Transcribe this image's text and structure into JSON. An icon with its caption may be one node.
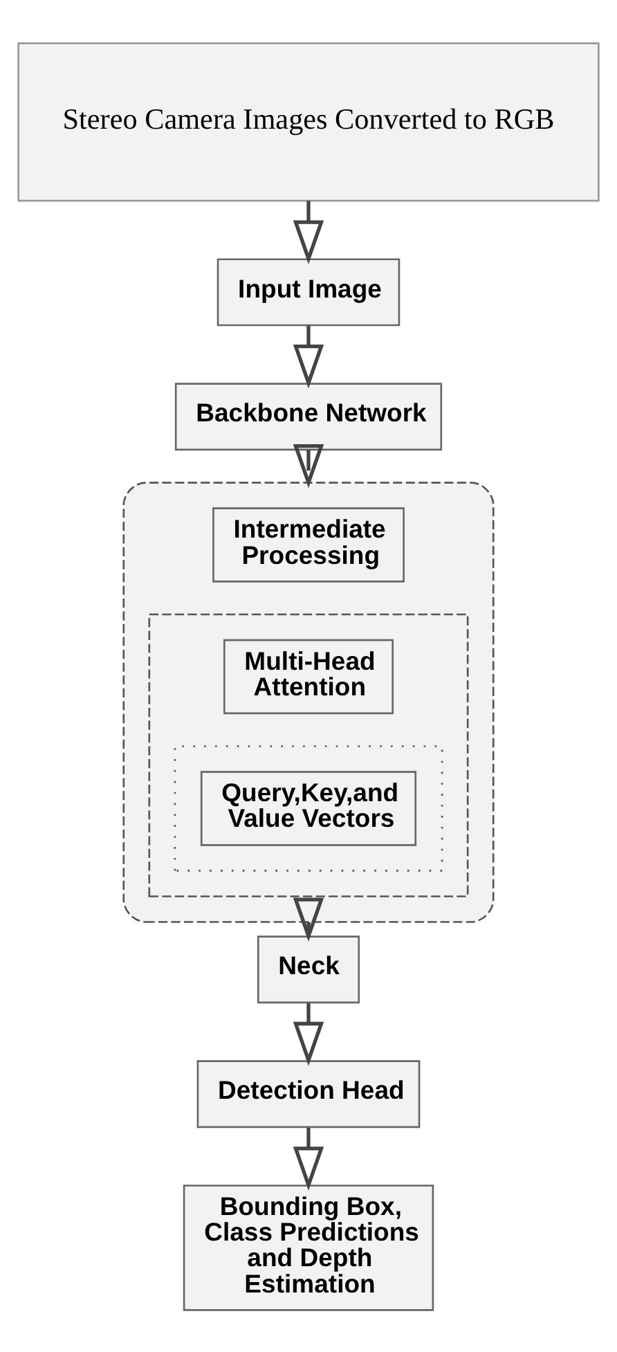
{
  "diagram": {
    "nodes": [
      {
        "text": [
          "Stereo Camera Images Converted to RGB"
        ]
      },
      {
        "text": [
          "Input Image"
        ]
      },
      {
        "text": [
          "Backbone Network"
        ]
      },
      {
        "text": [],
        "shape": "box"
      },
      {
        "text": [
          "Intermediate Processing"
        ],
        "in": 3
      },
      {
        "text": [],
        "shape": "box",
        "in": 3
      },
      {
        "text": [
          "Multi-Head Attention"
        ],
        "in": 5
      },
      {
        "text": [],
        "shape": "box",
        "in": 5
      },
      {
        "text": [
          "Query,Key,and Value Vectors"
        ],
        "in": 7
      },
      {
        "text": [
          "Neck"
        ]
      },
      {
        "text": [
          "Detection Head"
        ]
      },
      {
        "text": [
          "Bounding Box, Class Predictions and Depth Estimation"
        ]
      }
    ],
    "edges": [
      {
        "from": 0,
        "to": 1,
        "arrow": "to"
      },
      {
        "from": 1,
        "to": 2,
        "arrow": "to"
      },
      {
        "from": 2,
        "to": 3,
        "arrow": "to"
      },
      {
        "from": 3,
        "to": 9,
        "arrow": "to"
      },
      {
        "from": 9,
        "to": 10,
        "arrow": "to"
      },
      {
        "from": 10,
        "to": 11,
        "arrow": "to"
      }
    ]
  }
}
